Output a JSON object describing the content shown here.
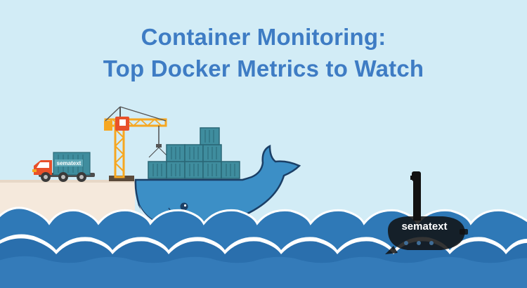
{
  "title": {
    "line1": "Container Monitoring:",
    "line2": "Top Docker Metrics to Watch"
  },
  "logos": {
    "truck": "sematext",
    "submarine": "sematext"
  },
  "colors": {
    "background": "#d2ecf6",
    "title": "#3e7cc4",
    "whale": "#3c8fc6",
    "crane": "#f6a721",
    "sea": "#2f79b7",
    "dock": "#f5e9dc"
  }
}
